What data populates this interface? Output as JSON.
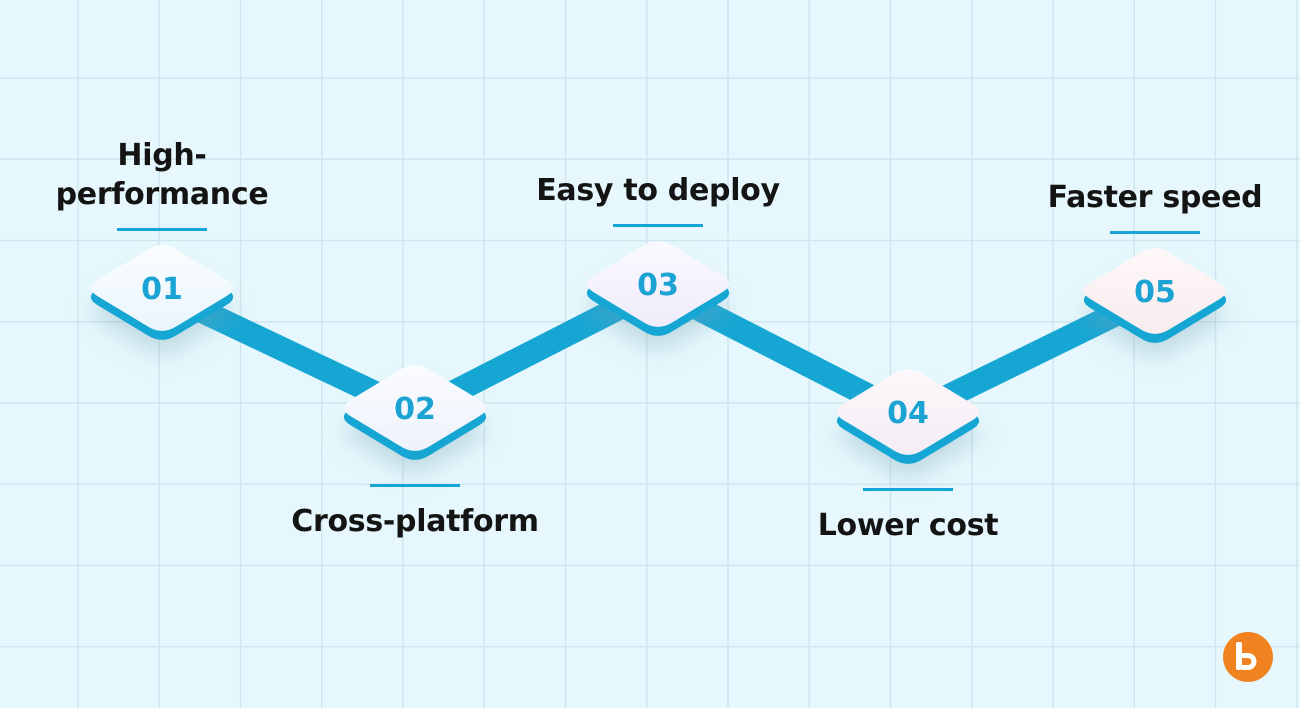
{
  "steps": [
    {
      "number": "01",
      "label": "High-\nperformance",
      "label_position": "above"
    },
    {
      "number": "02",
      "label": "Cross-platform",
      "label_position": "below"
    },
    {
      "number": "03",
      "label": "Easy to deploy",
      "label_position": "above"
    },
    {
      "number": "04",
      "label": "Lower cost",
      "label_position": "below"
    },
    {
      "number": "05",
      "label": "Faster speed",
      "label_position": "above"
    }
  ],
  "colors": {
    "background": "#e6f8fd",
    "grid": "#cfe6ee",
    "connector": "#16a6d4",
    "number": "#1aa3d3",
    "label": "#141414",
    "logo": "#f0821f"
  },
  "logo_icon": "brand-logo-icon"
}
